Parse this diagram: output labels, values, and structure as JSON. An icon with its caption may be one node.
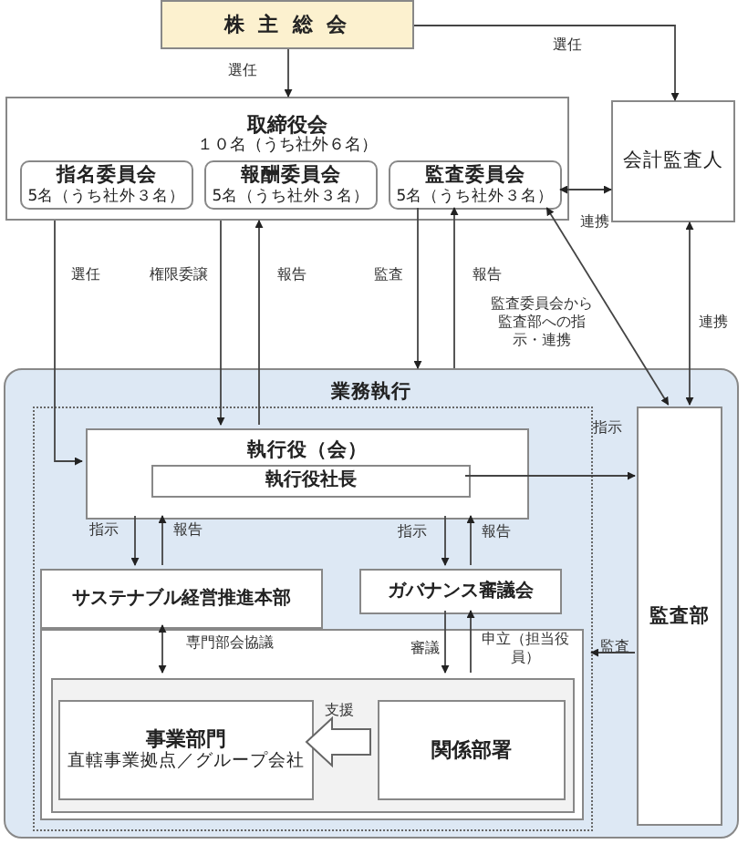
{
  "diagram": {
    "nodes": [
      {
        "text": [
          "株 主 総 会"
        ]
      },
      {
        "text": [
          "取締役会",
          "１０名（うち社外６名）"
        ]
      },
      {
        "text": [
          "指名委員会",
          "5名（うち社外３名）"
        ],
        "in": 1
      },
      {
        "text": [
          "報酬委員会",
          "5名（うち社外３名）"
        ],
        "in": 1
      },
      {
        "text": [
          "監査委員会",
          "5名（うち社外３名）"
        ],
        "in": 1
      },
      {
        "text": [
          "会計監査人"
        ]
      },
      {
        "text": [
          "業務執行"
        ]
      },
      {
        "text": [],
        "shape": "box",
        "in": 6
      },
      {
        "text": [
          "執行役（会）"
        ],
        "in": 7
      },
      {
        "text": [
          "執行役社長"
        ],
        "in": 8
      },
      {
        "text": [
          "監査部"
        ],
        "in": 6
      },
      {
        "text": [
          "サステナブル経営推進本部"
        ],
        "in": 7
      },
      {
        "text": [
          "ガバナンス審議会"
        ],
        "in": 7
      },
      {
        "text": [],
        "shape": "box",
        "in": 7
      },
      {
        "text": [],
        "shape": "box",
        "in": 13
      },
      {
        "text": [
          "事業部門",
          "直轄事業拠点／グループ会社"
        ],
        "in": 14
      },
      {
        "text": [
          "関係部署"
        ],
        "in": 14
      }
    ],
    "edges": [
      {
        "from": 0,
        "to": 1,
        "arrow": "to",
        "label": "選任"
      },
      {
        "from": 0,
        "to": 5,
        "arrow": "to",
        "label": "選任"
      },
      {
        "from": 4,
        "to": 5,
        "arrow": "both",
        "label": "連携"
      },
      {
        "from": 1,
        "to": 8,
        "arrow": "to",
        "label": "選任"
      },
      {
        "from": 1,
        "to": 8,
        "arrow": "to",
        "label": "権限委譲"
      },
      {
        "from": 8,
        "to": 1,
        "arrow": "to",
        "label": "報告"
      },
      {
        "from": 4,
        "to": 6,
        "arrow": "to",
        "label": "監査"
      },
      {
        "from": 6,
        "to": 4,
        "arrow": "to",
        "label": "報告"
      },
      {
        "from": 4,
        "to": 10,
        "arrow": "both",
        "label": "監査委員会から監査部への指示・連携"
      },
      {
        "from": 5,
        "to": 10,
        "arrow": "both",
        "label": "連携"
      },
      {
        "from": 9,
        "to": 10,
        "arrow": "to",
        "label": "指示"
      },
      {
        "from": 8,
        "to": 11,
        "arrow": "to",
        "label": "指示"
      },
      {
        "from": 11,
        "to": 8,
        "arrow": "to",
        "label": "報告"
      },
      {
        "from": 8,
        "to": 12,
        "arrow": "to",
        "label": "指示"
      },
      {
        "from": 12,
        "to": 8,
        "arrow": "to",
        "label": "報告"
      },
      {
        "from": 11,
        "to": 14,
        "arrow": "both",
        "label": "専門部会協議"
      },
      {
        "from": 12,
        "to": 14,
        "arrow": "to",
        "label": "審議"
      },
      {
        "from": 14,
        "to": 12,
        "arrow": "to",
        "label": "申立（担当役員）"
      },
      {
        "from": 10,
        "to": 7,
        "arrow": "to",
        "label": "監査"
      },
      {
        "from": 16,
        "to": 15,
        "arrow": "to",
        "label": "支援",
        "style": "thick"
      }
    ]
  }
}
